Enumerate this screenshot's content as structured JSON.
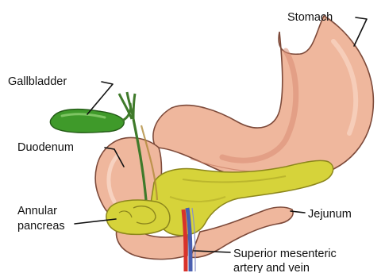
{
  "labels": {
    "stomach": "Stomach",
    "gallbladder": "Gallbladder",
    "duodenum": "Duodenum",
    "annular_line1": "Annular",
    "annular_line2": "pancreas",
    "jejunum": "Jejunum",
    "sma_line1": "Superior mesenteric",
    "sma_line2": "artery and vein"
  },
  "colors": {
    "stomach": "#efb79d",
    "stomach_shadow": "#d98d73",
    "outline": "#7d4a3a",
    "gallbladder": "#3f9a2a",
    "pancreas": "#d6d33a",
    "pancreas_shadow": "#a9a424",
    "artery": "#d8322a",
    "vein": "#4a5fb0"
  }
}
